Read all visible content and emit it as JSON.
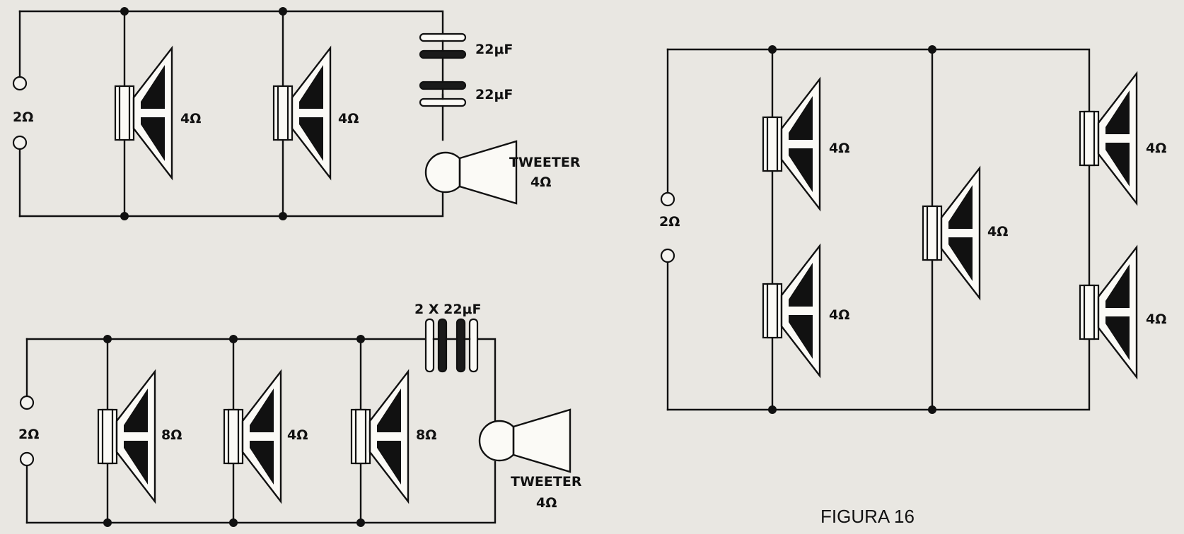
{
  "figure": {
    "caption": "FIGURA 16"
  },
  "circuits": {
    "top_left": {
      "input_label": "2Ω",
      "woofers": [
        "4Ω",
        "4Ω"
      ],
      "capacitors": [
        "22μF",
        "22μF"
      ],
      "tweeter_label": "TWEETER",
      "tweeter_impedance": "4Ω"
    },
    "bottom_left": {
      "input_label": "2Ω",
      "woofers": [
        "8Ω",
        "4Ω",
        "8Ω"
      ],
      "capacitor_label": "2 X 22μF",
      "tweeter_label": "TWEETER",
      "tweeter_impedance": "4Ω"
    },
    "right": {
      "input_label": "2Ω",
      "left_branch": [
        "4Ω",
        "4Ω"
      ],
      "center": "4Ω",
      "right_branch": [
        "4Ω",
        "4Ω"
      ]
    }
  },
  "colors": {
    "paper": "#e9e7e2",
    "ink": "#111111"
  },
  "icons": {
    "speaker": "speaker-icon",
    "tweeter": "tweeter-horn-icon",
    "capacitor": "capacitor-icon",
    "terminal": "terminal-icon",
    "junction": "junction-dot"
  }
}
